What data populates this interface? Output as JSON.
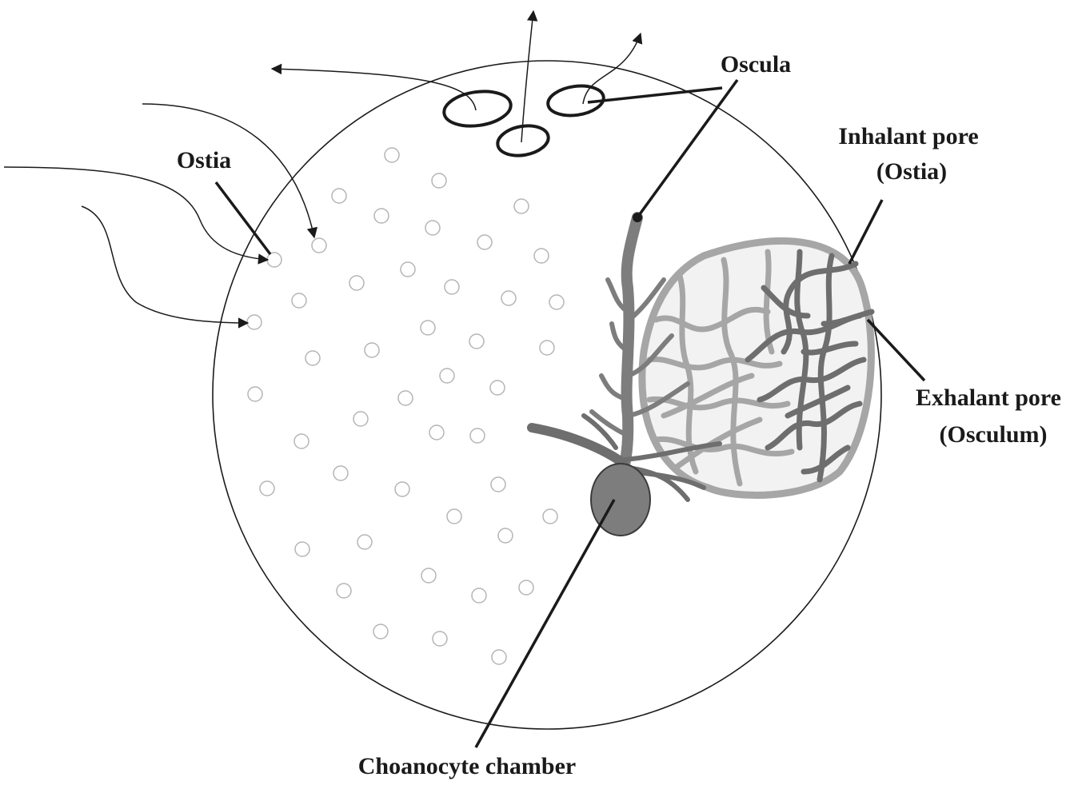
{
  "labels": {
    "oscula": "Oscula",
    "ostia": "Ostia",
    "inhalant_line1": "Inhalant pore",
    "inhalant_line2": "(Ostia)",
    "exhalant_line1": "Exhalant pore",
    "exhalant_line2": "(Osculum)",
    "choanocyte": "Choanocyte chamber"
  },
  "colors": {
    "outline": "#1a1a1a",
    "pore": "#b5b5b5",
    "canal_light": "#a6a6a6",
    "canal_dark": "#6e6e6e",
    "chamber": "#7d7d7d"
  }
}
